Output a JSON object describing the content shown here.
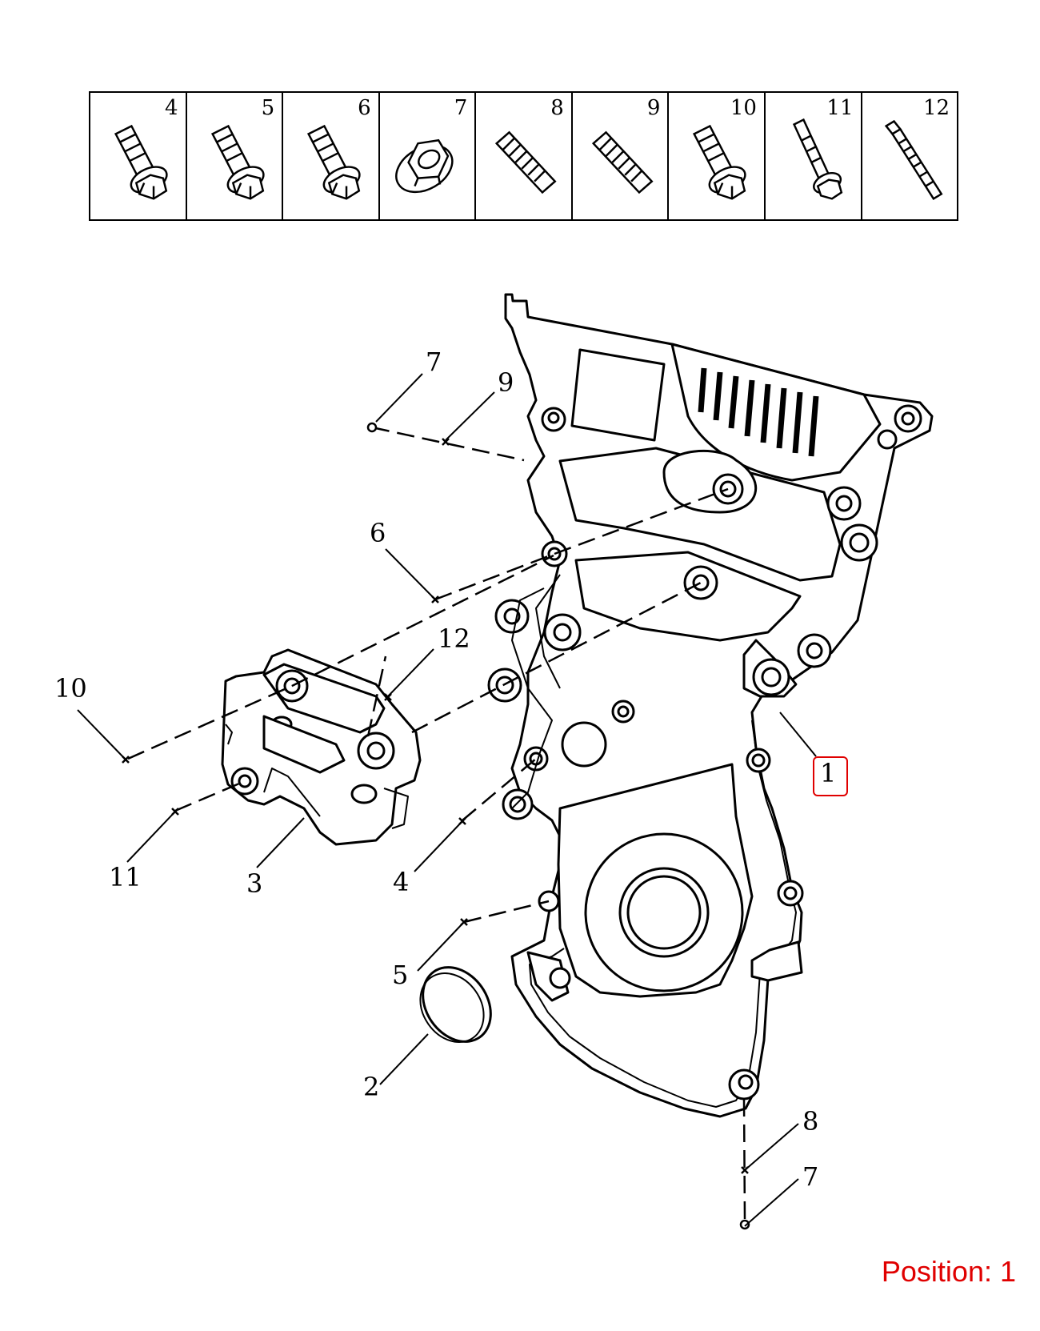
{
  "fastener_table": {
    "cells": [
      {
        "number": "4",
        "icon": "flange-bolt-short-icon"
      },
      {
        "number": "5",
        "icon": "flange-bolt-short-icon"
      },
      {
        "number": "6",
        "icon": "flange-bolt-short-icon"
      },
      {
        "number": "7",
        "icon": "flange-nut-icon"
      },
      {
        "number": "8",
        "icon": "stud-icon"
      },
      {
        "number": "9",
        "icon": "stud-icon"
      },
      {
        "number": "10",
        "icon": "flange-bolt-short-icon"
      },
      {
        "number": "11",
        "icon": "flange-bolt-long-icon"
      },
      {
        "number": "12",
        "icon": "long-stud-icon"
      }
    ]
  },
  "diagram": {
    "callouts": [
      {
        "id": "c7a",
        "label": "7"
      },
      {
        "id": "c9",
        "label": "9"
      },
      {
        "id": "c6",
        "label": "6"
      },
      {
        "id": "c12",
        "label": "12"
      },
      {
        "id": "c10",
        "label": "10"
      },
      {
        "id": "c1",
        "label": "1"
      },
      {
        "id": "c11",
        "label": "11"
      },
      {
        "id": "c3",
        "label": "3"
      },
      {
        "id": "c4",
        "label": "4"
      },
      {
        "id": "c5",
        "label": "5"
      },
      {
        "id": "c2",
        "label": "2"
      },
      {
        "id": "c8",
        "label": "8"
      },
      {
        "id": "c7b",
        "label": "7"
      }
    ],
    "selected_callout": "1",
    "highlight_color": "#e00000"
  },
  "position": {
    "text": "Position: 1"
  }
}
